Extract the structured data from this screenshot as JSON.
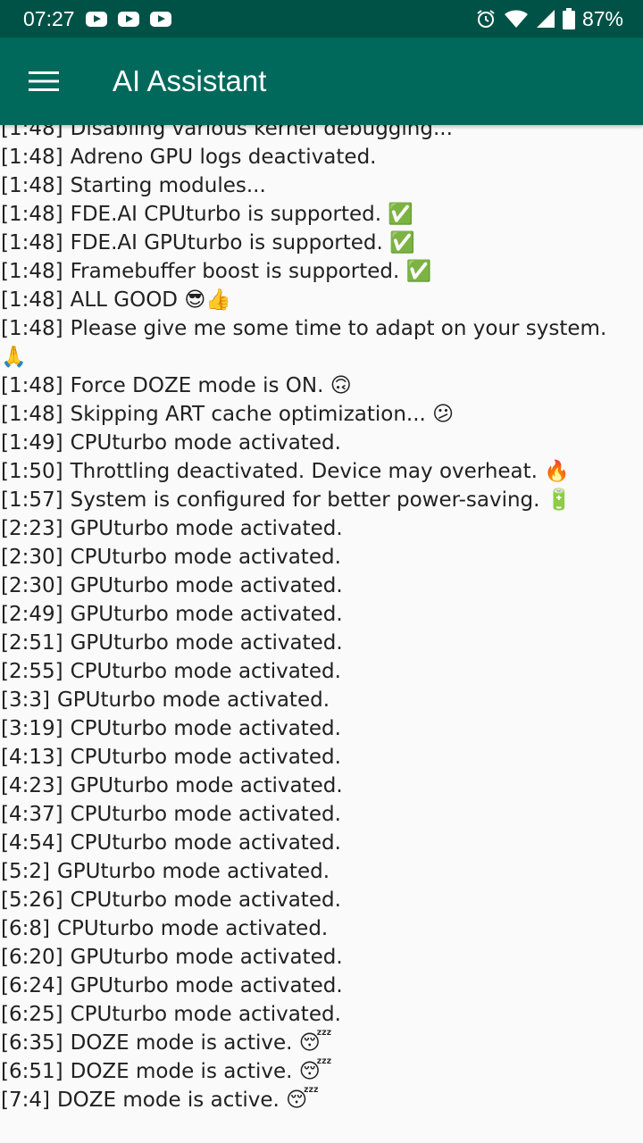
{
  "status_bar": {
    "time": "07:27",
    "battery": "87%",
    "notification_icons": [
      "youtube-icon",
      "youtube-icon",
      "youtube-icon"
    ],
    "system_icons": [
      "alarm-icon",
      "wifi-icon",
      "signal-icon",
      "battery-icon"
    ]
  },
  "app_bar": {
    "title": "AI Assistant",
    "menu_icon": "hamburger-menu-icon"
  },
  "colors": {
    "status_bar": "#005246",
    "app_bar": "#00695c",
    "background": "#fafafa",
    "text": "#212121"
  },
  "log": [
    {
      "time": "[1:48]",
      "message": "Disabling various kernel debugging..."
    },
    {
      "time": "[1:48]",
      "message": "Adreno GPU logs deactivated."
    },
    {
      "time": "[1:48]",
      "message": "Starting modules..."
    },
    {
      "time": "[1:48]",
      "message": "FDE.AI CPUturbo is supported. ✅"
    },
    {
      "time": "[1:48]",
      "message": "FDE.AI GPUturbo is supported. ✅"
    },
    {
      "time": "[1:48]",
      "message": "Framebuffer boost is supported. ✅"
    },
    {
      "time": "[1:48]",
      "message": "ALL GOOD 😎👍"
    },
    {
      "time": "[1:48]",
      "message": "Please give me some time to adapt on your system. 🙏"
    },
    {
      "time": "[1:48]",
      "message": "Force DOZE mode is ON. 🙃"
    },
    {
      "time": "[1:48]",
      "message": "Skipping ART cache optimization... 😕"
    },
    {
      "time": "[1:49]",
      "message": "CPUturbo mode activated."
    },
    {
      "time": "[1:50]",
      "message": "Throttling deactivated. Device may overheat. 🔥"
    },
    {
      "time": "[1:57]",
      "message": "System is configured for better power-saving. 🔋"
    },
    {
      "time": "[2:23]",
      "message": "GPUturbo mode activated."
    },
    {
      "time": "[2:30]",
      "message": "CPUturbo mode activated."
    },
    {
      "time": "[2:30]",
      "message": "GPUturbo mode activated."
    },
    {
      "time": "[2:49]",
      "message": "GPUturbo mode activated."
    },
    {
      "time": "[2:51]",
      "message": "GPUturbo mode activated."
    },
    {
      "time": "[2:55]",
      "message": "CPUturbo mode activated."
    },
    {
      "time": "[3:3]",
      "message": "GPUturbo mode activated."
    },
    {
      "time": "[3:19]",
      "message": "CPUturbo mode activated."
    },
    {
      "time": "[4:13]",
      "message": "CPUturbo mode activated."
    },
    {
      "time": "[4:23]",
      "message": "GPUturbo mode activated."
    },
    {
      "time": "[4:37]",
      "message": "CPUturbo mode activated."
    },
    {
      "time": "[4:54]",
      "message": "CPUturbo mode activated."
    },
    {
      "time": "[5:2]",
      "message": "GPUturbo mode activated."
    },
    {
      "time": "[5:26]",
      "message": "CPUturbo mode activated."
    },
    {
      "time": "[6:8]",
      "message": "CPUturbo mode activated."
    },
    {
      "time": "[6:20]",
      "message": "GPUturbo mode activated."
    },
    {
      "time": "[6:24]",
      "message": "GPUturbo mode activated."
    },
    {
      "time": "[6:25]",
      "message": "CPUturbo mode activated."
    },
    {
      "time": "[6:35]",
      "message": "DOZE mode is active. 😴"
    },
    {
      "time": "[6:51]",
      "message": "DOZE mode is active. 😴"
    },
    {
      "time": "[7:4]",
      "message": "DOZE mode is active. 😴"
    }
  ]
}
